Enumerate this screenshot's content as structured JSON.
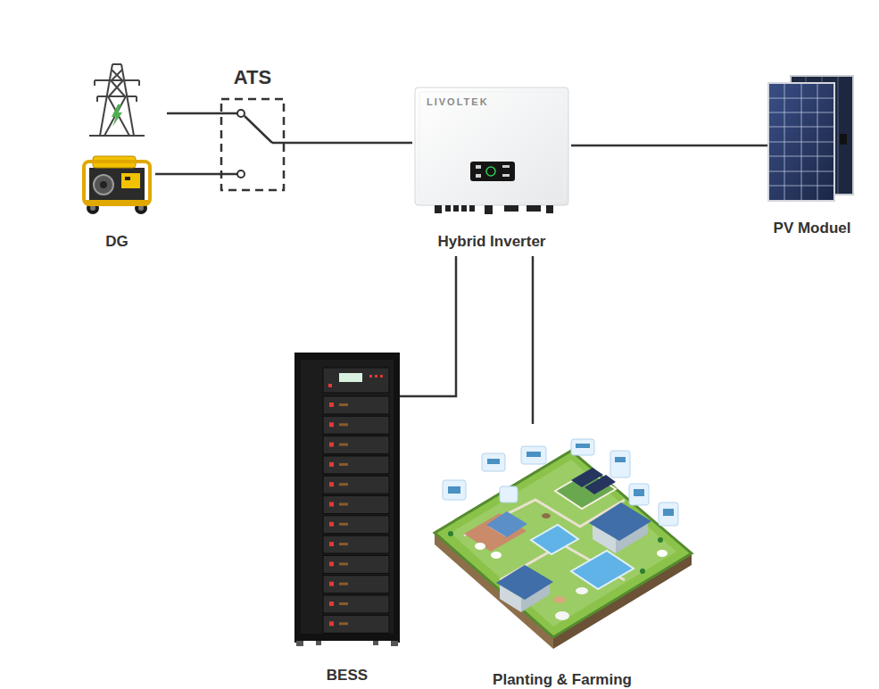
{
  "diagram": {
    "nodes": [
      {
        "text": [
          "ATS"
        ]
      },
      {
        "text": [
          "LIVOLTEK",
          "Hybrid Inverter"
        ]
      },
      {
        "text": [
          "PV Moduel"
        ]
      },
      {
        "text": [
          "DG"
        ]
      },
      {
        "text": [
          "BESS"
        ]
      },
      {
        "text": [
          "Planting & Farming"
        ]
      }
    ],
    "edges": [
      {
        "from": 3,
        "to": 0,
        "arrow": "none"
      },
      {
        "from": 0,
        "to": 1,
        "arrow": "none"
      },
      {
        "from": 1,
        "to": 2,
        "arrow": "none"
      },
      {
        "from": 1,
        "to": 4,
        "arrow": "none"
      },
      {
        "from": 1,
        "to": 5,
        "arrow": "none"
      }
    ]
  }
}
